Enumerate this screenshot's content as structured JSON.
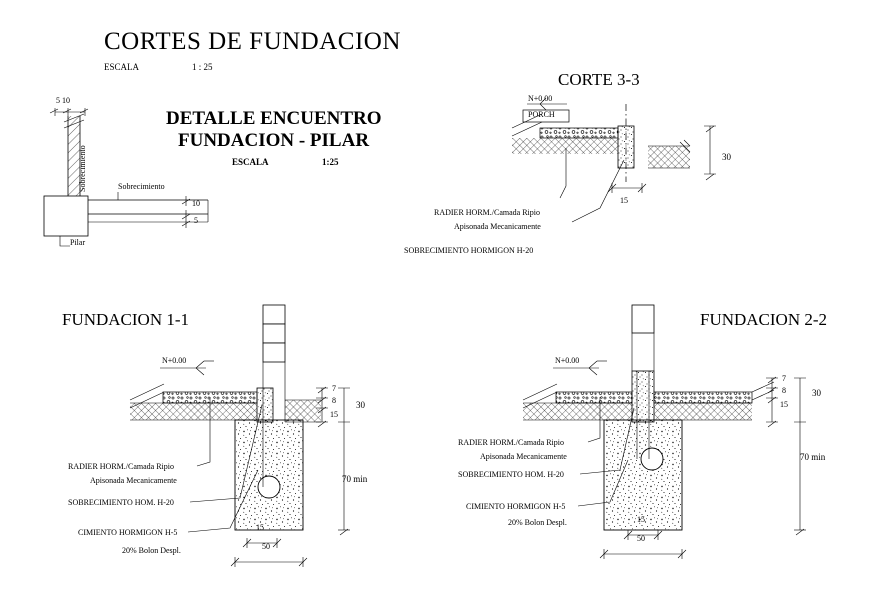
{
  "drawing": {
    "main_title": "CORTES DE FUNDACION",
    "main_scale_label": "ESCALA",
    "main_scale_value": "1 : 25",
    "detail": {
      "title_line1": "DETALLE  ENCUENTRO",
      "title_line2": "FUNDACION - PILAR",
      "scale_label": "ESCALA",
      "scale_value": "1:25",
      "dim_top": "5 10",
      "label_sobrecimiento_vertical": "Sobrecimiento",
      "label_sobrecimiento": "Sobrecimiento",
      "label_pilar": "Pilar",
      "dim_10": "10",
      "dim_5": "5"
    },
    "corte33": {
      "title": "CORTE  3-3",
      "level": "N+0.00",
      "porch": "PORCH",
      "note1_line1": "RADIER HORM./Camada Ripio",
      "note1_line2": "Apisonada Mecanicamente",
      "note2": "SOBRECIMIENTO HORMIGON H-20",
      "dim_30": "30",
      "dim_15": "15"
    },
    "fundacion11": {
      "title": "FUNDACION 1-1",
      "level": "N+0.00",
      "note1_line1": "RADIER HORM./Camada Ripio",
      "note1_line2": "Apisonada Mecanicamente",
      "note2": "SOBRECIMIENTO HOM. H-20",
      "note3_line1": "CIMIENTO  HORMIGON  H-5",
      "note3_line2": "20% Bolon Despl.",
      "dim_7": "7",
      "dim_8": "8",
      "dim_15": "15",
      "dim_30": "30",
      "dim_70min": "70 min",
      "dim_15b": "15",
      "dim_50": "50"
    },
    "fundacion22": {
      "title": "FUNDACION 2-2",
      "level": "N+0.00",
      "note1_line1": "RADIER HORM./Camada Ripio",
      "note1_line2": "Apisonada Mecanicamente",
      "note2": "SOBRECIMIENTO HOM. H-20",
      "note3_line1": "CIMIENTO  HORMIGON  H-5",
      "note3_line2": "20% Bolon Despl.",
      "dim_7": "7",
      "dim_8": "8",
      "dim_15": "15",
      "dim_30": "30",
      "dim_70min": "70 min",
      "dim_15b": "15",
      "dim_50": "50"
    }
  }
}
